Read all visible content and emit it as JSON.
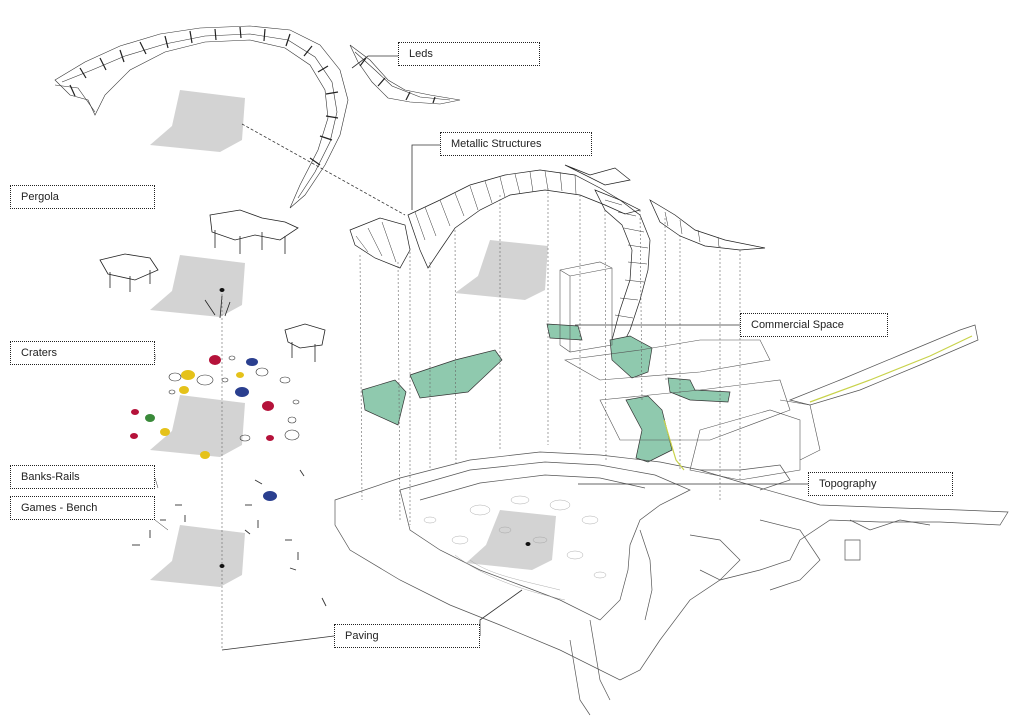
{
  "labels": {
    "leds": "Leds",
    "metallic_structures": "Metallic Structures",
    "pergola": "Pergola",
    "craters": "Craters",
    "commercial_space": "Commercial Space",
    "banks_rails": "Banks-Rails",
    "games_bench": "Games - Bench",
    "topography": "Topography",
    "paving": "Paving"
  },
  "colors": {
    "commercial_fill": "#8fc9ae",
    "footprint_grey": "#d3d3d3",
    "crater_red": "#b5123a",
    "crater_yellow": "#e5c21a",
    "crater_blue": "#2a3f8f",
    "crater_green": "#3a8a3a",
    "highlight_yellow": "#c8d24a"
  }
}
